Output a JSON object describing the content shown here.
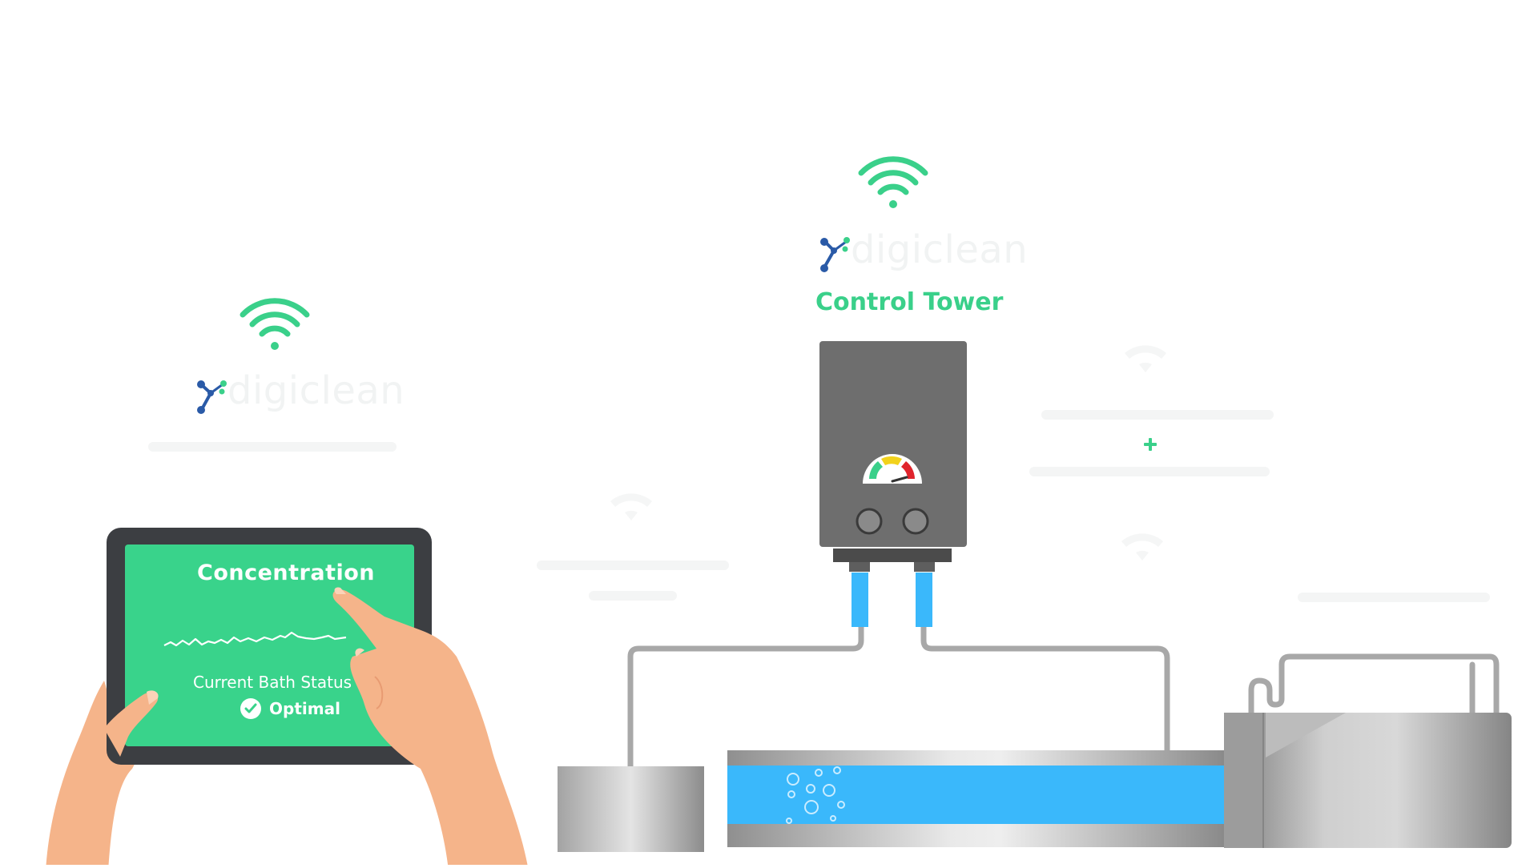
{
  "colors": {
    "accent": "#3ad08a",
    "screen": "#39d38b",
    "water": "#3ab8fb",
    "device": "#6e6e6e",
    "faint": "#f2f3f3"
  },
  "brand": {
    "name": "digiclean"
  },
  "control_tower": {
    "title": "Control Tower"
  },
  "tablet": {
    "title": "Concentration",
    "status_label": "Current Bath Status",
    "status_value": "Optimal",
    "status_icon": "check-circle-icon"
  },
  "icons": [
    "wifi-icon",
    "digiclean-logo",
    "gauge-icon",
    "plus-icon",
    "bubbles-icon"
  ]
}
